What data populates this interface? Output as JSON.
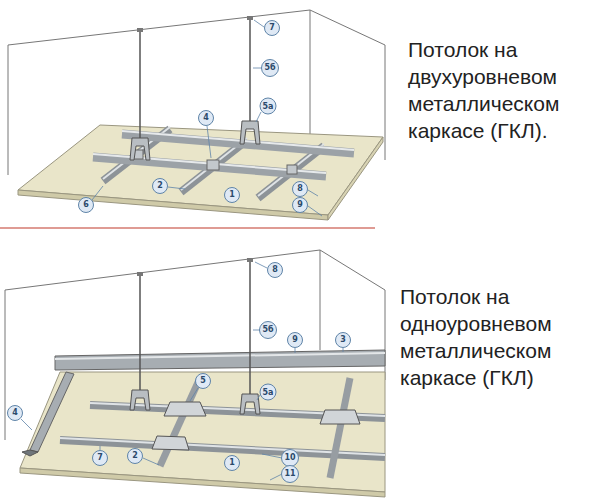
{
  "diagram": {
    "labels": [
      "Потолок на двухуровневом металлическом каркасе (ГКЛ).",
      "7",
      "5б",
      "5а",
      "4",
      "2",
      "6",
      "1",
      "8",
      "9",
      "Потолок на одноуровневом металлическом каркасе (ГКЛ)",
      "8",
      "5б",
      "9",
      "3",
      "5",
      "5а",
      "4",
      "2",
      "7",
      "1",
      "10",
      "11"
    ]
  }
}
